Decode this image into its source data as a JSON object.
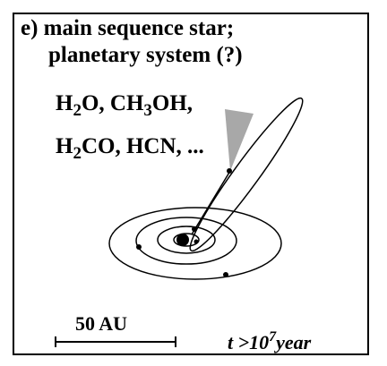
{
  "panel": {
    "title_line1": "e) main sequence star;",
    "title_line2": "planetary system (?)",
    "molecules_line1": {
      "a": "H",
      "a_sub": "2",
      "b": "O, CH",
      "b_sub": "3",
      "c": "OH,"
    },
    "molecules_line2": {
      "a": "H",
      "a_sub": "2",
      "b": "CO, HCN, ..."
    },
    "scale_bar_label": "50 AU",
    "time_label": {
      "prefix": "t >10",
      "exponent": "7",
      "unit": "year"
    }
  },
  "colors": {
    "ink": "#000000",
    "comet_tail": "#a8a8a8",
    "background": "#ffffff"
  }
}
